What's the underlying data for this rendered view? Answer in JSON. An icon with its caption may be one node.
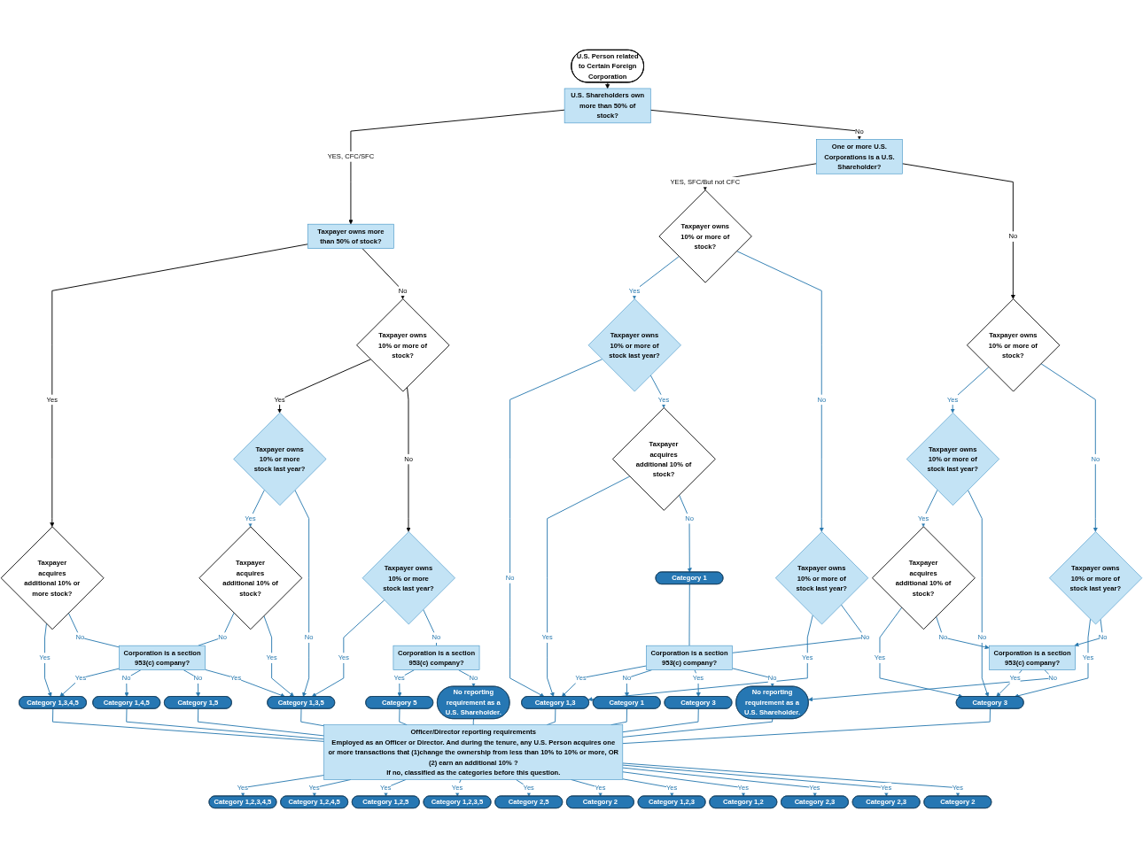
{
  "diagram": {
    "nodes": [
      {
        "text": [
          "U.S. Person related to Certain Foreign Corporation"
        ]
      },
      {
        "text": [
          "U.S. Shareholders own more than 50% of stock?"
        ]
      },
      {
        "text": [
          "Taxpayer owns more than 50% of stock?"
        ]
      },
      {
        "text": [
          "One or more U.S. Corporations is a U.S. Shareholder?"
        ]
      },
      {
        "text": [
          "Taxpayer acquires additional 10% or more stock?"
        ]
      },
      {
        "text": [
          "Taxpayer owns 10% or more of stock?"
        ]
      },
      {
        "text": [
          "Taxpayer owns 10% or more stock last year?"
        ]
      },
      {
        "text": [
          "Taxpayer owns 10% or more stock last year?"
        ]
      },
      {
        "text": [
          "Taxpayer acquires additional 10% of stock?"
        ]
      },
      {
        "text": [
          "Corporation is a section 953(c) company?"
        ]
      },
      {
        "text": [
          "Corporation is a section 953(c) company?"
        ]
      },
      {
        "text": [
          "Taxpayer owns 10% or more of stock?"
        ]
      },
      {
        "text": [
          "Taxpayer owns 10% or more of stock last year?"
        ]
      },
      {
        "text": [
          "Taxpayer owns 10% or more of stock last year?"
        ]
      },
      {
        "text": [
          "Taxpayer acquires additional 10% of stock?"
        ]
      },
      {
        "text": [
          "Category 1"
        ]
      },
      {
        "text": [
          "Corporation is a section 953(c) company?"
        ]
      },
      {
        "text": [
          "Taxpayer owns 10% or more of stock?"
        ]
      },
      {
        "text": [
          "Taxpayer owns 10% or more of stock last year?"
        ]
      },
      {
        "text": [
          "Taxpayer owns 10% or more of stock last year?"
        ]
      },
      {
        "text": [
          "Taxpayer acquires additional 10% of stock?"
        ]
      },
      {
        "text": [
          "Corporation is a section 953(c) company?"
        ]
      },
      {
        "text": [
          "Category 1,3,4,5"
        ]
      },
      {
        "text": [
          "Category 1,4,5"
        ]
      },
      {
        "text": [
          "Category 1,5"
        ]
      },
      {
        "text": [
          "Category 1,3,5"
        ]
      },
      {
        "text": [
          "Category 5"
        ]
      },
      {
        "text": [
          "No reporting requirement as a U.S. Shareholder."
        ]
      },
      {
        "text": [
          "Category 1,3"
        ]
      },
      {
        "text": [
          "Category 1"
        ]
      },
      {
        "text": [
          "Category 3"
        ]
      },
      {
        "text": [
          "Category 3"
        ]
      },
      {
        "text": [
          "No reporting requirement as a U.S. Shareholder."
        ]
      },
      {
        "text": [
          "Officer/Director reporting requirements",
          "Employed as an Officer or Director. And during the tenure, any U.S. Person acquires one or more transactions that (1)change the ownership from less than 10% to 10% or more, OR (2) earn an additional 10% ?",
          "If no, classified as the categories before this question."
        ]
      },
      {
        "text": [
          "Category 1,2,3,4,5"
        ]
      },
      {
        "text": [
          "Category 1,2,4,5"
        ]
      },
      {
        "text": [
          "Category 1,2,5"
        ]
      },
      {
        "text": [
          "Category 1,2,3,5"
        ]
      },
      {
        "text": [
          "Category 2,5"
        ]
      },
      {
        "text": [
          "Category 2"
        ]
      },
      {
        "text": [
          "Category 1,2,3"
        ]
      },
      {
        "text": [
          "Category 1,2"
        ]
      },
      {
        "text": [
          "Category 2,3"
        ]
      },
      {
        "text": [
          "Category 2,3"
        ]
      },
      {
        "text": [
          "Category 2"
        ]
      }
    ],
    "edges": [
      {
        "from": 0,
        "to": 1,
        "arrow": "to",
        "color": "#000000"
      },
      {
        "from": 1,
        "to": 2,
        "arrow": "to",
        "label": "YES, CFC/SFC",
        "color": "#000000"
      },
      {
        "from": 1,
        "to": 3,
        "arrow": "to",
        "label": "No",
        "color": "#000000"
      },
      {
        "from": 2,
        "to": 4,
        "arrow": "to",
        "label": "Yes",
        "color": "#000000"
      },
      {
        "from": 2,
        "to": 5,
        "arrow": "to",
        "label": "No",
        "color": "#000000"
      },
      {
        "from": 3,
        "to": 11,
        "arrow": "to",
        "label": "YES, SFC/But not CFC",
        "color": "#000000"
      },
      {
        "from": 3,
        "to": 17,
        "arrow": "to",
        "label": "No",
        "color": "#000000"
      },
      {
        "from": 5,
        "to": 6,
        "arrow": "to",
        "label": "Yes",
        "color": "#000000"
      },
      {
        "from": 5,
        "to": 7,
        "arrow": "to",
        "label": "No",
        "color": "#000000"
      },
      {
        "from": 4,
        "to": 22,
        "arrow": "to",
        "label": "Yes"
      },
      {
        "from": 4,
        "to": 9,
        "arrow": "none",
        "label": "No"
      },
      {
        "from": 6,
        "to": 8,
        "arrow": "to",
        "label": "Yes"
      },
      {
        "from": 6,
        "to": 25,
        "arrow": "to",
        "label": "No"
      },
      {
        "from": 7,
        "to": 25,
        "arrow": "to",
        "label": "Yes"
      },
      {
        "from": 7,
        "to": 10,
        "arrow": "none",
        "label": "No"
      },
      {
        "from": 8,
        "to": 9,
        "arrow": "none",
        "label": "No"
      },
      {
        "from": 8,
        "to": 25,
        "arrow": "to",
        "label": "Yes"
      },
      {
        "from": 9,
        "to": 22,
        "arrow": "to",
        "label": "Yes"
      },
      {
        "from": 9,
        "to": 23,
        "arrow": "to",
        "label": "No"
      },
      {
        "from": 9,
        "to": 24,
        "arrow": "to",
        "label": "No"
      },
      {
        "from": 9,
        "to": 25,
        "arrow": "to",
        "label": "Yes"
      },
      {
        "from": 10,
        "to": 26,
        "arrow": "to",
        "label": "Yes"
      },
      {
        "from": 10,
        "to": 27,
        "arrow": "to",
        "label": "No"
      },
      {
        "from": 11,
        "to": 12,
        "arrow": "to",
        "label": "Yes"
      },
      {
        "from": 11,
        "to": 13,
        "arrow": "to",
        "label": "No"
      },
      {
        "from": 12,
        "to": 28,
        "arrow": "to",
        "label": "No"
      },
      {
        "from": 12,
        "to": 14,
        "arrow": "to",
        "label": "Yes"
      },
      {
        "from": 13,
        "to": 28,
        "arrow": "to",
        "label": "Yes"
      },
      {
        "from": 13,
        "to": 16,
        "arrow": "none",
        "label": "No"
      },
      {
        "from": 14,
        "to": 28,
        "arrow": "to",
        "label": "Yes"
      },
      {
        "from": 14,
        "to": 15,
        "arrow": "to",
        "label": "No"
      },
      {
        "from": 15,
        "to": 16,
        "arrow": "none"
      },
      {
        "from": 16,
        "to": 28,
        "arrow": "to",
        "label": "Yes"
      },
      {
        "from": 16,
        "to": 29,
        "arrow": "to",
        "label": "No"
      },
      {
        "from": 16,
        "to": 30,
        "arrow": "to",
        "label": "Yes"
      },
      {
        "from": 16,
        "to": 32,
        "arrow": "to",
        "label": "No"
      },
      {
        "from": 17,
        "to": 18,
        "arrow": "to",
        "label": "Yes"
      },
      {
        "from": 17,
        "to": 19,
        "arrow": "to",
        "label": "No"
      },
      {
        "from": 18,
        "to": 20,
        "arrow": "to",
        "label": "Yes"
      },
      {
        "from": 18,
        "to": 31,
        "arrow": "to",
        "label": "No"
      },
      {
        "from": 19,
        "to": 31,
        "arrow": "to",
        "label": "Yes"
      },
      {
        "from": 19,
        "to": 21,
        "arrow": "to",
        "label": "No"
      },
      {
        "from": 20,
        "to": 31,
        "arrow": "to",
        "label": "Yes"
      },
      {
        "from": 20,
        "to": 21,
        "arrow": "to",
        "label": "No"
      },
      {
        "from": 21,
        "to": 31,
        "arrow": "to",
        "label": "Yes"
      },
      {
        "from": 21,
        "to": 32,
        "arrow": "to",
        "label": "No"
      },
      {
        "from": 22,
        "to": 33,
        "arrow": "none"
      },
      {
        "from": 23,
        "to": 33,
        "arrow": "none"
      },
      {
        "from": 24,
        "to": 33,
        "arrow": "none"
      },
      {
        "from": 25,
        "to": 33,
        "arrow": "none"
      },
      {
        "from": 26,
        "to": 33,
        "arrow": "none"
      },
      {
        "from": 27,
        "to": 33,
        "arrow": "none"
      },
      {
        "from": 28,
        "to": 33,
        "arrow": "none"
      },
      {
        "from": 29,
        "to": 33,
        "arrow": "none"
      },
      {
        "from": 30,
        "to": 33,
        "arrow": "none"
      },
      {
        "from": 31,
        "to": 33,
        "arrow": "none"
      },
      {
        "from": 32,
        "to": 33,
        "arrow": "none"
      },
      {
        "from": 33,
        "to": 34,
        "arrow": "to",
        "label": "Yes"
      },
      {
        "from": 33,
        "to": 35,
        "arrow": "to",
        "label": "Yes"
      },
      {
        "from": 33,
        "to": 36,
        "arrow": "to",
        "label": "Yes"
      },
      {
        "from": 33,
        "to": 37,
        "arrow": "to",
        "label": "Yes"
      },
      {
        "from": 33,
        "to": 38,
        "arrow": "to",
        "label": "Yes"
      },
      {
        "from": 33,
        "to": 39,
        "arrow": "to",
        "label": "Yes"
      },
      {
        "from": 33,
        "to": 40,
        "arrow": "to",
        "label": "Yes"
      },
      {
        "from": 33,
        "to": 41,
        "arrow": "to",
        "label": "Yes"
      },
      {
        "from": 33,
        "to": 42,
        "arrow": "to",
        "label": "Yes"
      },
      {
        "from": 33,
        "to": 43,
        "arrow": "to",
        "label": "Yes"
      },
      {
        "from": 33,
        "to": 44,
        "arrow": "to",
        "label": "Yes"
      }
    ]
  }
}
